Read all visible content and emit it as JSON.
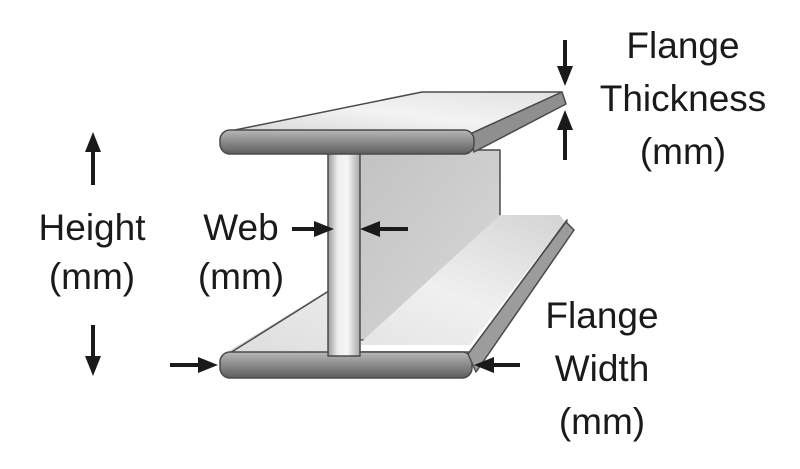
{
  "labels": {
    "height": "Height",
    "height_unit": "(mm)",
    "web": "Web",
    "web_unit": "(mm)",
    "flange_thickness_1": "Flange",
    "flange_thickness_2": "Thickness",
    "flange_thickness_unit": "(mm)",
    "flange_width_1": "Flange",
    "flange_width_2": "Width",
    "flange_width_unit": "(mm)"
  },
  "colors": {
    "beam_light": "#f2f2f2",
    "beam_mid": "#c9c9c9",
    "beam_dark": "#8a8a8a",
    "outline": "#4a4a4a",
    "arrow": "#1a1a1a",
    "text": "#1a1a1a"
  }
}
